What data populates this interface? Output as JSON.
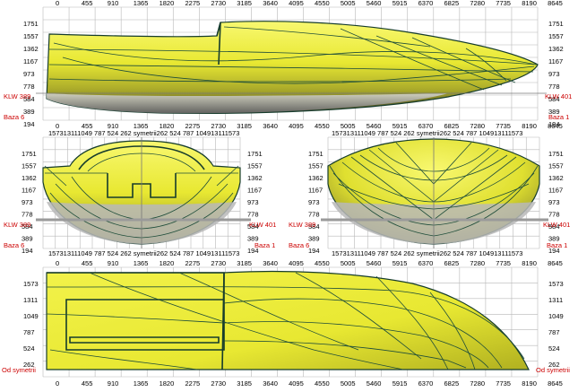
{
  "colors": {
    "hull": "#e8e832",
    "hull_light": "#f8f870",
    "hull_shadow": "#9a9a22",
    "underwater": "#a8a8a8",
    "underwater_light": "#d8d8d8",
    "lines": "#1e4d3a",
    "red_label": "#cc0000",
    "grid": "#b8b8b8"
  },
  "side_view": {
    "x_ticks": [
      "0",
      "455",
      "910",
      "1365",
      "1820",
      "2275",
      "2730",
      "3185",
      "3640",
      "4095",
      "4550",
      "5005",
      "5460",
      "5915",
      "6370",
      "6825",
      "7280",
      "7735",
      "8190",
      "8645"
    ],
    "y_ticks": [
      "1751",
      "1557",
      "1362",
      "1167",
      "973",
      "778",
      "584",
      "389",
      "194"
    ],
    "left_labels": {
      "klw": "KLW 389",
      "baza": "Baza 6"
    },
    "right_labels": {
      "klw": "KLW 401",
      "baza": "Baza 1"
    }
  },
  "body_view_aft": {
    "x_ticks_top": "157313111049 787  524  262 symetrii262  524  787 104913111573",
    "x_ticks_bottom": "157313111049 787  524  262 symetrii262  524  787 104913111573",
    "y_ticks": [
      "1751",
      "1557",
      "1362",
      "1167",
      "973",
      "778",
      "584",
      "389",
      "194"
    ],
    "left_labels": {
      "klw": "KLW 389",
      "baza": "Baza 6"
    },
    "right_labels": {
      "klw": "KLW 401",
      "baza": "Baza 1"
    }
  },
  "body_view_fwd": {
    "x_ticks_top": "157313111049 787  524  262 symetrii262  524  787 104913111573",
    "x_ticks_bottom": "157313111049 787  524  262 symetrii262  524  787 104913111573",
    "y_ticks": [
      "1751",
      "1557",
      "1362",
      "1167",
      "973",
      "778",
      "584",
      "389",
      "194"
    ],
    "left_labels": {
      "klw": "KLW 389",
      "baza": "Baza 6"
    },
    "right_labels": {
      "klw": "KLW 401",
      "baza": "Baza 1"
    }
  },
  "plan_view": {
    "x_ticks": [
      "0",
      "455",
      "910",
      "1365",
      "1820",
      "2275",
      "2730",
      "3185",
      "3640",
      "4095",
      "4550",
      "5005",
      "5460",
      "5915",
      "6370",
      "6825",
      "7280",
      "7735",
      "8190",
      "8645"
    ],
    "y_ticks": [
      "1573",
      "1311",
      "1049",
      "787",
      "524",
      "262"
    ],
    "left_label": "Od symetrii",
    "right_label": "Od symetrii"
  }
}
